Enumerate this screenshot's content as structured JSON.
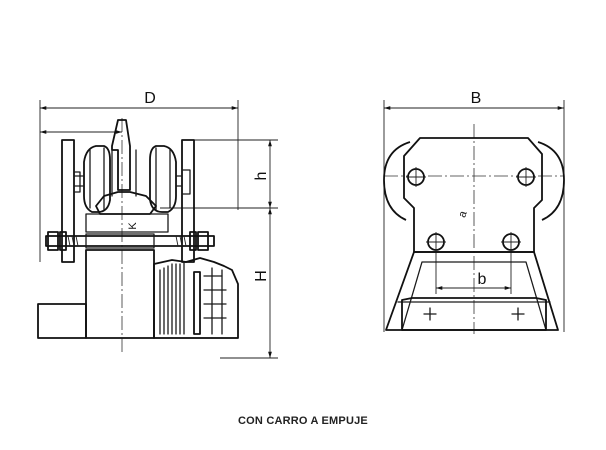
{
  "caption": "CON CARRO A EMPUJE",
  "dimensions": {
    "D": "D",
    "B": "B",
    "h": "h",
    "H": "H",
    "b": "b",
    "K": "K",
    "a": "a"
  }
}
